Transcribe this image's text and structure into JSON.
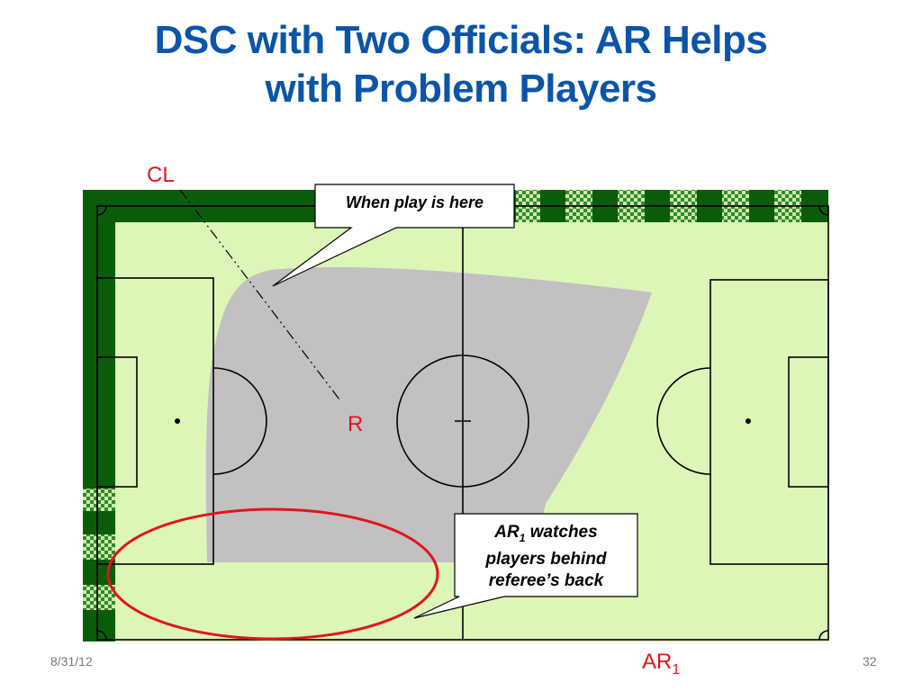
{
  "title": {
    "line1": "DSC with Two Officials: AR Helps",
    "line2": "with Problem Players"
  },
  "labels": {
    "cl": "CL",
    "referee": "R",
    "ar1": "AR",
    "ar1_subscript": "1"
  },
  "callouts": {
    "play_zone": "When play is here",
    "ar_watch_prefix": "AR",
    "ar_watch_subscript": "1",
    "ar_watch_line1_rest": " watches",
    "ar_watch_line2": "players behind",
    "ar_watch_line3": "referee’s back"
  },
  "footer": {
    "date": "8/31/12",
    "page": "32"
  },
  "colors": {
    "title": "#0b55a8",
    "label_red": "#e0151c",
    "field_fill": "#dcf6b8",
    "border_dark": "#0a5c0a",
    "play_zone": "#c3c0c1",
    "ellipse": "#e0151c"
  }
}
